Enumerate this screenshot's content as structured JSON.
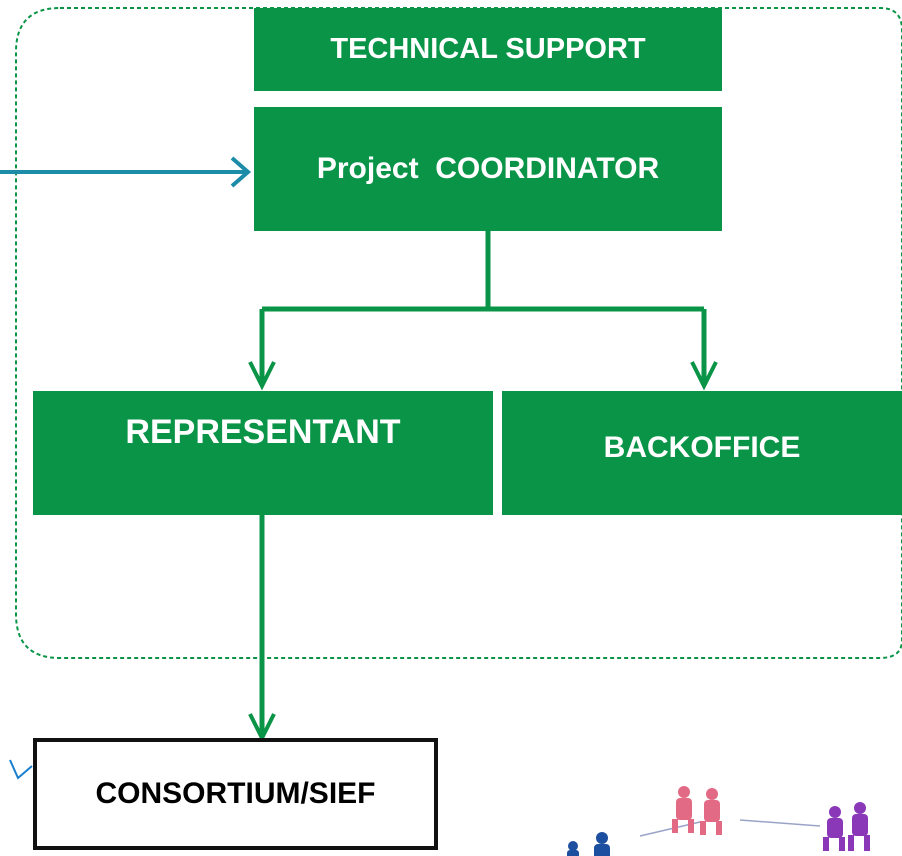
{
  "diagram": {
    "nodes": {
      "technical_support": "TECHNICAL SUPPORT",
      "project_coordinator": "Project  COORDINATOR",
      "representant": "REPRESENTANT",
      "backoffice": "BACKOFFICE",
      "consortium": "CONSORTIUM/SIEF"
    },
    "edges": [
      {
        "from": "external",
        "to": "project_coordinator"
      },
      {
        "from": "project_coordinator",
        "to": "representant"
      },
      {
        "from": "project_coordinator",
        "to": "backoffice"
      },
      {
        "from": "representant",
        "to": "consortium"
      }
    ],
    "colors": {
      "box_fill": "#0a9447",
      "connector": "#0a9447",
      "input_arrow": "#1c8ca8",
      "boundary_dash": "#0a9447"
    },
    "illustration": "team-figures-network"
  }
}
